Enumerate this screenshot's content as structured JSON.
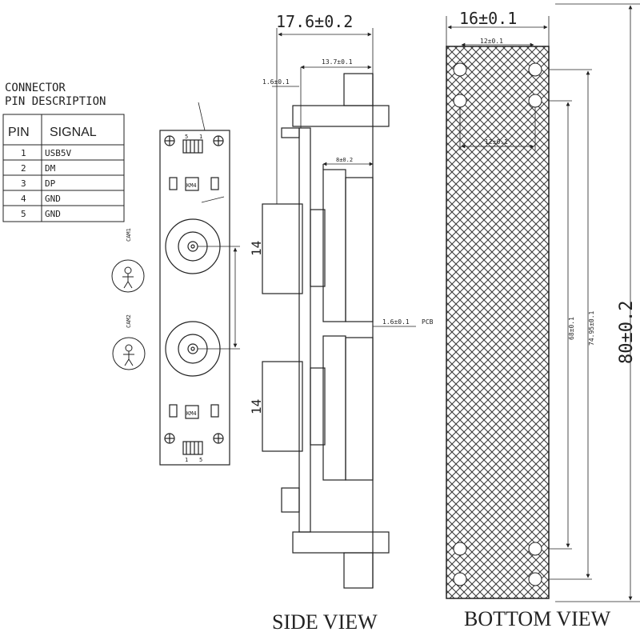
{
  "connector": {
    "heading_line1": "CONNECTOR",
    "heading_line2": "PIN DESCRIPTION",
    "table": {
      "headers": [
        "PIN",
        "SIGNAL"
      ],
      "rows": [
        [
          "1",
          "USB5V"
        ],
        [
          "2",
          "DM"
        ],
        [
          "3",
          "DP"
        ],
        [
          "4",
          "GND"
        ],
        [
          "5",
          "GND"
        ]
      ]
    }
  },
  "front": {
    "chip_label": "KM4",
    "connector_top_pins": [
      "5",
      "1"
    ],
    "connector_bottom_pins": [
      "1",
      "5"
    ],
    "cam1_label": "CAM1",
    "cam2_label": "CAM2"
  },
  "side": {
    "title": "SIDE VIEW",
    "width_dim": "17.6±0.2",
    "inner_dim": "13.7±0.1",
    "thin_dim": "1.6±0.1",
    "lens_height_top": "14",
    "lens_height_bottom": "14",
    "pcb_dim": "1.6±0.1",
    "pcb_label": "PCB",
    "small_dim": "8±0.2"
  },
  "bottom": {
    "title": "BOTTOM VIEW",
    "width_dim": "16±0.1",
    "hole_span_top": "12±0.1",
    "hole_span_mid": "12±0.1",
    "length_dim": "80±0.2",
    "hole_dist_1": "68±0.1",
    "hole_dist_2": "74.95±0.1"
  }
}
